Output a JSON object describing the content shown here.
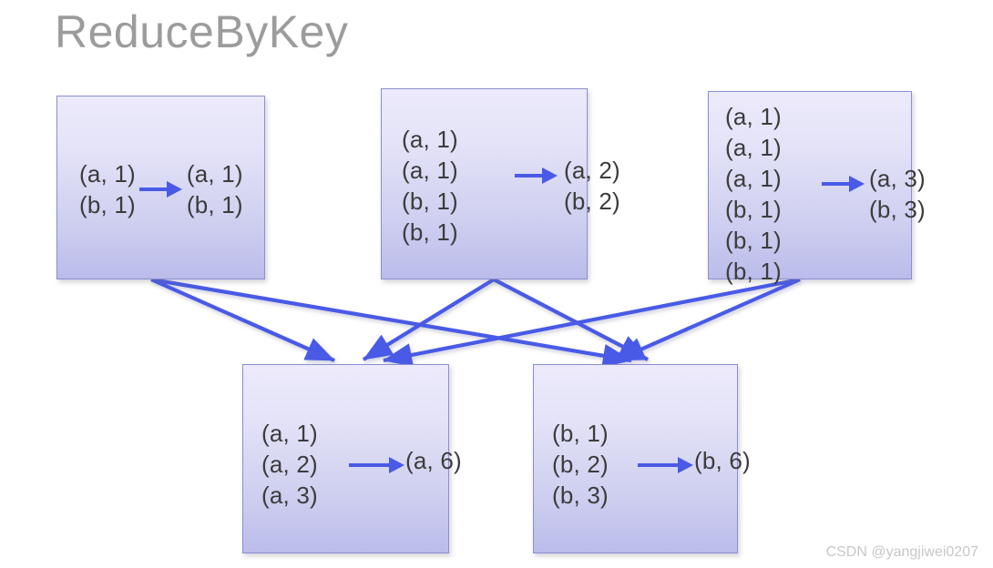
{
  "page": {
    "title": "ReduceByKey",
    "watermark": "CSDN @yangjiwei0207",
    "background_color": "#ffffff",
    "title_color": "#9c9c9c",
    "arrow_color": "#4a5ae6",
    "node_border_color": "#8a8fd0",
    "node_fill_top_color": "#eceafb",
    "node_fill_bottom_color": "#bbbceb",
    "text_color": "#3c3c3c"
  },
  "diagram": {
    "type": "flow-diagram",
    "nodes": [
      {
        "id": "partition-1",
        "name": "partition-box-1",
        "row": "top",
        "input": [
          "(a, 1)",
          "(b, 1)"
        ],
        "output": [
          "(a, 1)",
          "(b, 1)"
        ],
        "arrow_glyph": "right-arrow"
      },
      {
        "id": "partition-2",
        "name": "partition-box-2",
        "row": "top",
        "input": [
          "(a, 1)",
          "(a, 1)",
          "(b, 1)",
          "(b, 1)"
        ],
        "output": [
          "(a, 2)",
          "(b, 2)"
        ],
        "arrow_glyph": "right-arrow"
      },
      {
        "id": "partition-3",
        "name": "partition-box-3",
        "row": "top",
        "input": [
          "(a, 1)",
          "(a, 1)",
          "(a, 1)",
          "(b, 1)",
          "(b, 1)",
          "(b, 1)"
        ],
        "output": [
          "(a, 3)",
          "(b, 3)"
        ],
        "arrow_glyph": "right-arrow"
      },
      {
        "id": "reducer-a",
        "name": "reducer-box-a",
        "row": "bottom",
        "input": [
          "(a, 1)",
          "(a, 2)",
          "(a, 3)"
        ],
        "output": [
          "(a, 6)"
        ],
        "arrow_glyph": "right-arrow"
      },
      {
        "id": "reducer-b",
        "name": "reducer-box-b",
        "row": "bottom",
        "input": [
          "(b, 1)",
          "(b, 2)",
          "(b, 3)"
        ],
        "output": [
          "(b, 6)"
        ],
        "arrow_glyph": "right-arrow"
      }
    ],
    "edges": [
      {
        "from": "partition-1",
        "to": "reducer-a"
      },
      {
        "from": "partition-1",
        "to": "reducer-b"
      },
      {
        "from": "partition-2",
        "to": "reducer-a"
      },
      {
        "from": "partition-2",
        "to": "reducer-b"
      },
      {
        "from": "partition-3",
        "to": "reducer-a"
      },
      {
        "from": "partition-3",
        "to": "reducer-b"
      }
    ]
  }
}
